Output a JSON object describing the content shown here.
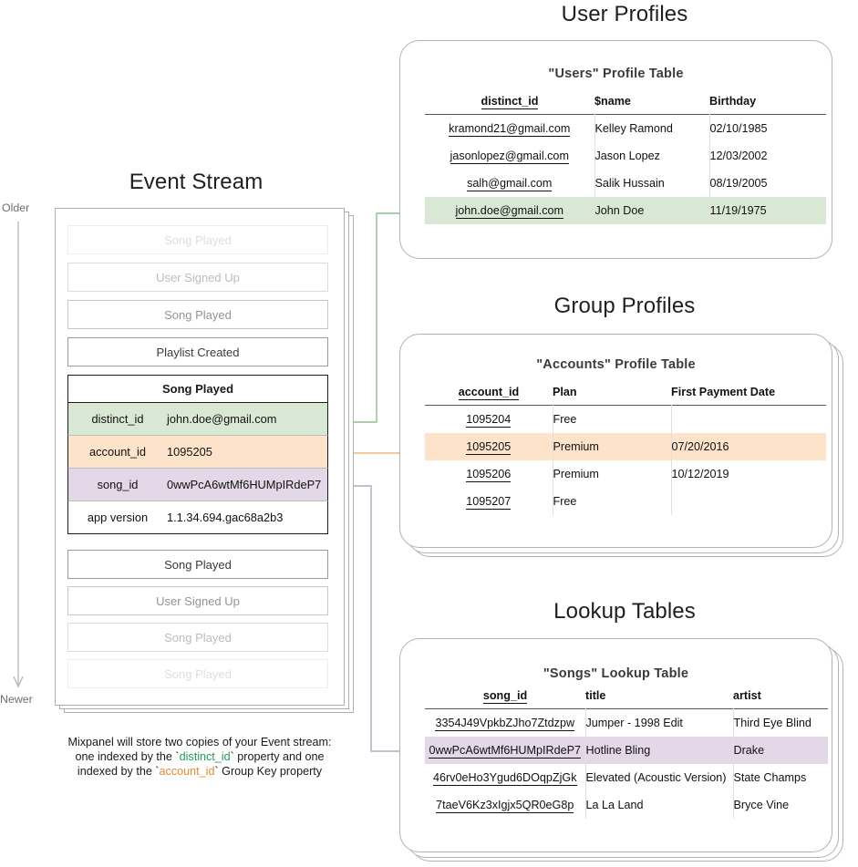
{
  "sections": {
    "user_profiles": "User Profiles",
    "group_profiles": "Group Profiles",
    "lookup_tables": "Lookup Tables",
    "event_stream": "Event Stream"
  },
  "axis": {
    "older": "Older",
    "newer": "Newer"
  },
  "event_stream": {
    "events_before": [
      "Song Played",
      "User Signed Up",
      "Song Played",
      "Playlist Created"
    ],
    "focused": {
      "name": "Song Played",
      "properties": [
        {
          "key": "distinct_id",
          "value": "john.doe@gmail.com",
          "highlight": "green"
        },
        {
          "key": "account_id",
          "value": "1095205",
          "highlight": "orange"
        },
        {
          "key": "song_id",
          "value": "0wwPcA6wtMf6HUMpIRdeP7",
          "highlight": "purple"
        },
        {
          "key": "app version",
          "value": "1.1.34.694.gac68a2b3",
          "highlight": "none"
        }
      ]
    },
    "events_after": [
      "Song Played",
      "User Signed Up",
      "Song Played",
      "Song Played"
    ]
  },
  "caption": {
    "line1": "Mixpanel will store two copies of your Event stream:",
    "line2_a": "one indexed by the `",
    "line2_b": "distinct_id",
    "line2_c": "` property and one",
    "line3_a": "indexed by the `",
    "line3_b": "account_id",
    "line3_c": "` Group Key property"
  },
  "users_table": {
    "title": "\"Users\" Profile Table",
    "columns": [
      "distinct_id",
      "$name",
      "Birthday"
    ],
    "rows": [
      {
        "cells": [
          "kramond21@gmail.com",
          "Kelley Ramond",
          "02/10/1985"
        ],
        "highlight": "none"
      },
      {
        "cells": [
          "jasonlopez@gmail.com",
          "Jason Lopez",
          "12/03/2002"
        ],
        "highlight": "none"
      },
      {
        "cells": [
          "salh@gmail.com",
          "Salik Hussain",
          "08/19/2005"
        ],
        "highlight": "none"
      },
      {
        "cells": [
          "john.doe@gmail.com",
          "John Doe",
          "11/19/1975"
        ],
        "highlight": "green"
      }
    ]
  },
  "accounts_table": {
    "title": "\"Accounts\" Profile Table",
    "columns": [
      "account_id",
      "Plan",
      "First Payment Date"
    ],
    "rows": [
      {
        "cells": [
          "1095204",
          "Free",
          ""
        ],
        "highlight": "none"
      },
      {
        "cells": [
          "1095205",
          "Premium",
          "07/20/2016"
        ],
        "highlight": "orange"
      },
      {
        "cells": [
          "1095206",
          "Premium",
          "10/12/2019"
        ],
        "highlight": "none"
      },
      {
        "cells": [
          "1095207",
          "Free",
          ""
        ],
        "highlight": "none"
      }
    ]
  },
  "songs_table": {
    "title": "\"Songs\" Lookup Table",
    "columns": [
      "song_id",
      "title",
      "artist"
    ],
    "rows": [
      {
        "cells": [
          "3354J49VpkbZJho7Ztdzpw",
          "Jumper - 1998 Edit",
          "Third Eye Blind"
        ],
        "highlight": "none"
      },
      {
        "cells": [
          "0wwPcA6wtMf6HUMpIRdeP7",
          "Hotline Bling",
          "Drake"
        ],
        "highlight": "purple"
      },
      {
        "cells": [
          "46rv0eHo3Ygud6DOqpZjGk",
          "Elevated (Acoustic Version)",
          "State Champs"
        ],
        "highlight": "none"
      },
      {
        "cells": [
          "7taeV6Kz3xIgjx5QR0eG8p",
          "La La Land",
          "Bryce Vine"
        ],
        "highlight": "none"
      }
    ]
  },
  "colors": {
    "green": "#d9e8d4",
    "orange": "#fde3ca",
    "purple": "#e4d8e8",
    "green_arrow": "#7dba7b",
    "orange_arrow": "#eaa64a",
    "purple_arrow": "#9b8aa6",
    "card_border": "#b3b3b3"
  }
}
